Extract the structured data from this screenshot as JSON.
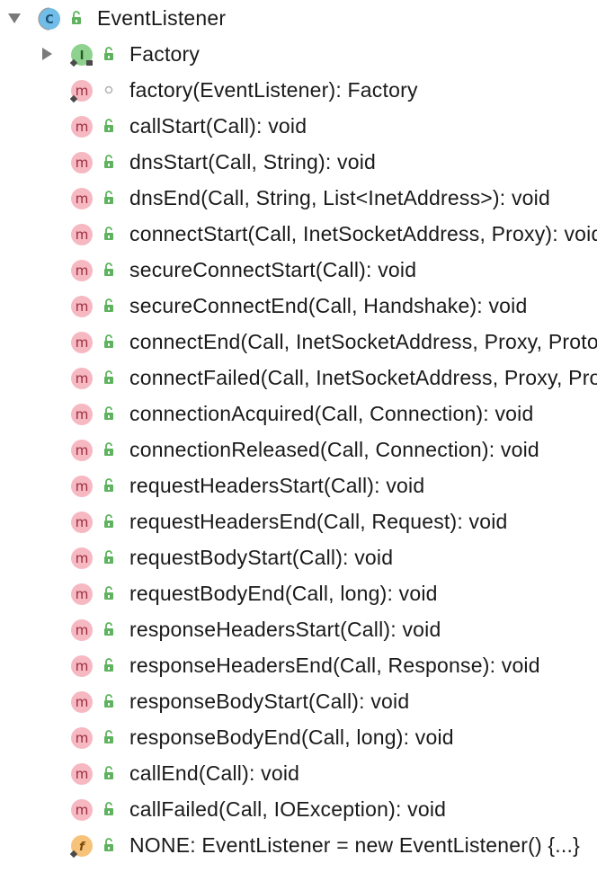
{
  "tree": {
    "root": {
      "label": "EventListener",
      "kind": "class",
      "expanded": true,
      "icon": "class-icon",
      "icon_letter": "C",
      "visibility": "public"
    },
    "children": [
      {
        "label": "Factory",
        "kind": "interface",
        "icon": "interface-icon",
        "icon_letter": "I",
        "visibility": "public",
        "expandable": true
      },
      {
        "label": "factory(EventListener): Factory",
        "kind": "method",
        "icon": "method-icon",
        "icon_letter": "m",
        "visibility": "package",
        "static": true
      },
      {
        "label": "callStart(Call): void",
        "kind": "method",
        "icon": "method-icon",
        "icon_letter": "m",
        "visibility": "public"
      },
      {
        "label": "dnsStart(Call, String): void",
        "kind": "method",
        "icon": "method-icon",
        "icon_letter": "m",
        "visibility": "public"
      },
      {
        "label": "dnsEnd(Call, String, List<InetAddress>): void",
        "kind": "method",
        "icon": "method-icon",
        "icon_letter": "m",
        "visibility": "public"
      },
      {
        "label": "connectStart(Call, InetSocketAddress, Proxy): void",
        "kind": "method",
        "icon": "method-icon",
        "icon_letter": "m",
        "visibility": "public"
      },
      {
        "label": "secureConnectStart(Call): void",
        "kind": "method",
        "icon": "method-icon",
        "icon_letter": "m",
        "visibility": "public"
      },
      {
        "label": "secureConnectEnd(Call, Handshake): void",
        "kind": "method",
        "icon": "method-icon",
        "icon_letter": "m",
        "visibility": "public"
      },
      {
        "label": "connectEnd(Call, InetSocketAddress, Proxy, Protocol): void",
        "kind": "method",
        "icon": "method-icon",
        "icon_letter": "m",
        "visibility": "public"
      },
      {
        "label": "connectFailed(Call, InetSocketAddress, Proxy, Protocol, IOException): void",
        "kind": "method",
        "icon": "method-icon",
        "icon_letter": "m",
        "visibility": "public"
      },
      {
        "label": "connectionAcquired(Call, Connection): void",
        "kind": "method",
        "icon": "method-icon",
        "icon_letter": "m",
        "visibility": "public"
      },
      {
        "label": "connectionReleased(Call, Connection): void",
        "kind": "method",
        "icon": "method-icon",
        "icon_letter": "m",
        "visibility": "public"
      },
      {
        "label": "requestHeadersStart(Call): void",
        "kind": "method",
        "icon": "method-icon",
        "icon_letter": "m",
        "visibility": "public"
      },
      {
        "label": "requestHeadersEnd(Call, Request): void",
        "kind": "method",
        "icon": "method-icon",
        "icon_letter": "m",
        "visibility": "public"
      },
      {
        "label": "requestBodyStart(Call): void",
        "kind": "method",
        "icon": "method-icon",
        "icon_letter": "m",
        "visibility": "public"
      },
      {
        "label": "requestBodyEnd(Call, long): void",
        "kind": "method",
        "icon": "method-icon",
        "icon_letter": "m",
        "visibility": "public"
      },
      {
        "label": "responseHeadersStart(Call): void",
        "kind": "method",
        "icon": "method-icon",
        "icon_letter": "m",
        "visibility": "public"
      },
      {
        "label": "responseHeadersEnd(Call, Response): void",
        "kind": "method",
        "icon": "method-icon",
        "icon_letter": "m",
        "visibility": "public"
      },
      {
        "label": "responseBodyStart(Call): void",
        "kind": "method",
        "icon": "method-icon",
        "icon_letter": "m",
        "visibility": "public"
      },
      {
        "label": "responseBodyEnd(Call, long): void",
        "kind": "method",
        "icon": "method-icon",
        "icon_letter": "m",
        "visibility": "public"
      },
      {
        "label": "callEnd(Call): void",
        "kind": "method",
        "icon": "method-icon",
        "icon_letter": "m",
        "visibility": "public"
      },
      {
        "label": "callFailed(Call, IOException): void",
        "kind": "method",
        "icon": "method-icon",
        "icon_letter": "m",
        "visibility": "public"
      },
      {
        "label": "NONE: EventListener = new EventListener() {...}",
        "kind": "field",
        "icon": "field-icon",
        "icon_letter": "f",
        "visibility": "public",
        "static": true,
        "final": true
      }
    ]
  },
  "colors": {
    "text": "#1a1a1a",
    "method_icon_fill": "#f6b8c1",
    "method_icon_text": "#9a2a3e",
    "interface_icon_fill": "#8fd18f",
    "interface_icon_text": "#235c23",
    "class_icon_fill": "#6fbde8",
    "class_icon_text": "#1f4f70",
    "field_icon_fill": "#f7c27a",
    "field_icon_text": "#7a4a0a",
    "lock_public": "#5fb35f",
    "arrow": "#7a7a7a",
    "package_dot": "#b0b0b0"
  }
}
